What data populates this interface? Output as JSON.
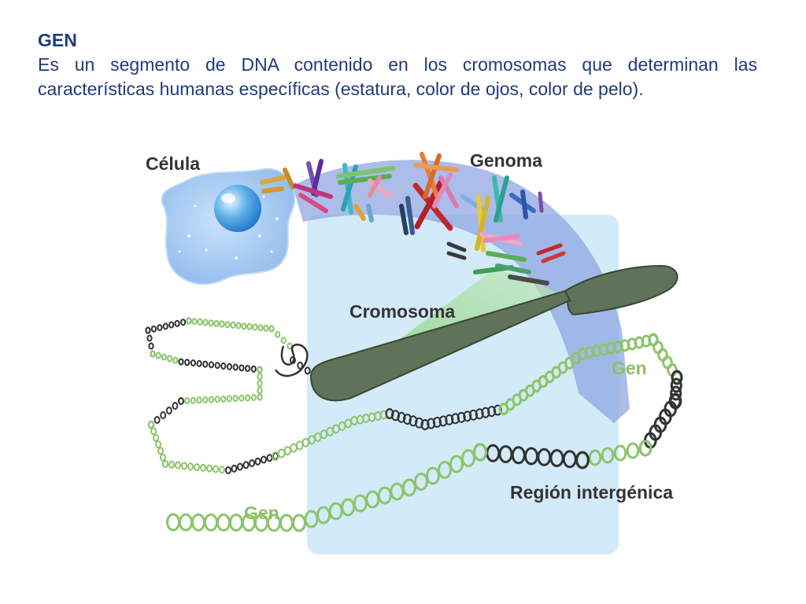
{
  "heading": "GEN",
  "paragraph": "Es un segmento de DNA contenido en los cromosomas que determinan las características humanas específicas (estatura, color de ojos, color de pelo).",
  "labels": {
    "cell": "Célula",
    "genome": "Genoma",
    "chromosome": "Cromosoma",
    "gene_right": "Gen",
    "gene_bottom": "Gen",
    "intergenic": "Región intergénica"
  },
  "colors": {
    "text": "#1f3b7a",
    "label_dark": "#333333",
    "label_gene": "#8cbf6a",
    "gene_green": "#8cc56a",
    "intergenic_black": "#333333",
    "chromosome": "#5f735a",
    "background_panel": "#d3eaf9",
    "genome_band": "#8fa7e0",
    "cell": "#a9cdf2"
  },
  "icons": [
    "cell-nucleus-icon",
    "chromosome-set-icon",
    "dna-helix-icon"
  ]
}
